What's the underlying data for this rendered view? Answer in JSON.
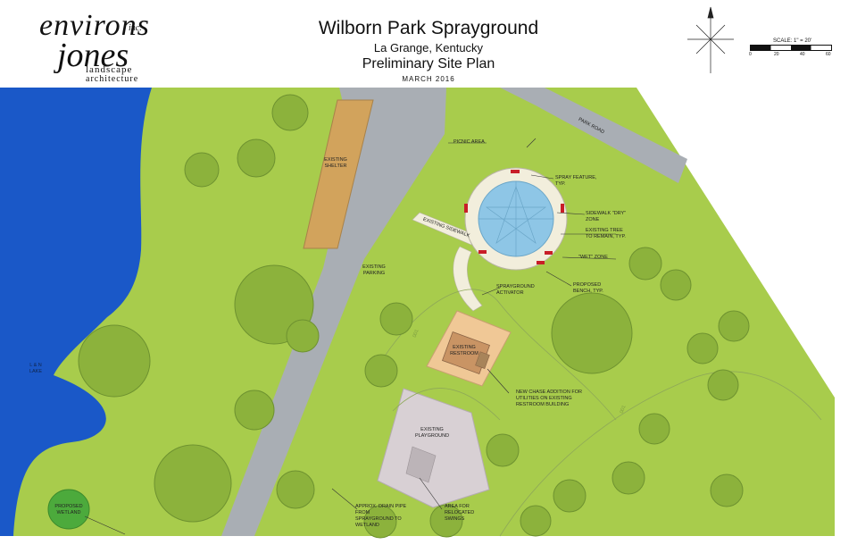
{
  "logo": {
    "line1": "environs",
    "inc": "inc.",
    "line2": "jones",
    "line3": "landscape",
    "line4": "architecture"
  },
  "title_block": {
    "title": "Wilborn Park Sprayground",
    "location": "La Grange, Kentucky",
    "plan_name": "Preliminary Site Plan",
    "date": "MARCH 2016"
  },
  "scale": {
    "label": "SCALE: 1\" = 20'",
    "ticks": [
      "0",
      "20",
      "40",
      "60"
    ]
  },
  "colors": {
    "lawn": "#a8cc4c",
    "lake": "#1a58c8",
    "road": "#a9aeb4",
    "tree": "#8cb23c",
    "shelter": "#d2a35c",
    "restroom": "#f0c896",
    "playground": "#d8d0d4",
    "spray": "#8ec6e6",
    "wetland": "#4caa3c"
  },
  "labels": {
    "existing_shelter": "EXISTING SHELTER",
    "existing_parking": "EXISTING PARKING",
    "park_road": "PARK ROAD",
    "picnic_area": "PICNIC AREA",
    "spray_feature": "SPRAY FEATURE, TYP.",
    "sidewalk_dry": "SIDEWALK \"DRY\" ZONE",
    "existing_tree": "EXISTING TREE TO REMAIN, TYP.",
    "wet_zone": "\"WET\" ZONE",
    "proposed_bench": "PROPOSED BENCH, TYP.",
    "sprayground_activator": "SPRAYGROUND ACTIVATOR",
    "existing_sidewalk": "EXISTING SIDEWALK",
    "existing_restroom": "EXISTING RESTROOM",
    "new_chase": "NEW CHASE ADDITION FOR UTILITIES ON EXISTING RESTROOM BUILDING",
    "existing_playground": "EXISTING PLAYGROUND",
    "lake": "L & N LAKE",
    "proposed_wetland": "PROPOSED WETLAND",
    "drain_pipe": "APPROX. DRAIN PIPE FROM SPRAYGROUND TO WETLAND",
    "relocated_swings": "AREA FOR RELOCATED SWINGS",
    "contour_a": "001",
    "contour_b": "001"
  }
}
